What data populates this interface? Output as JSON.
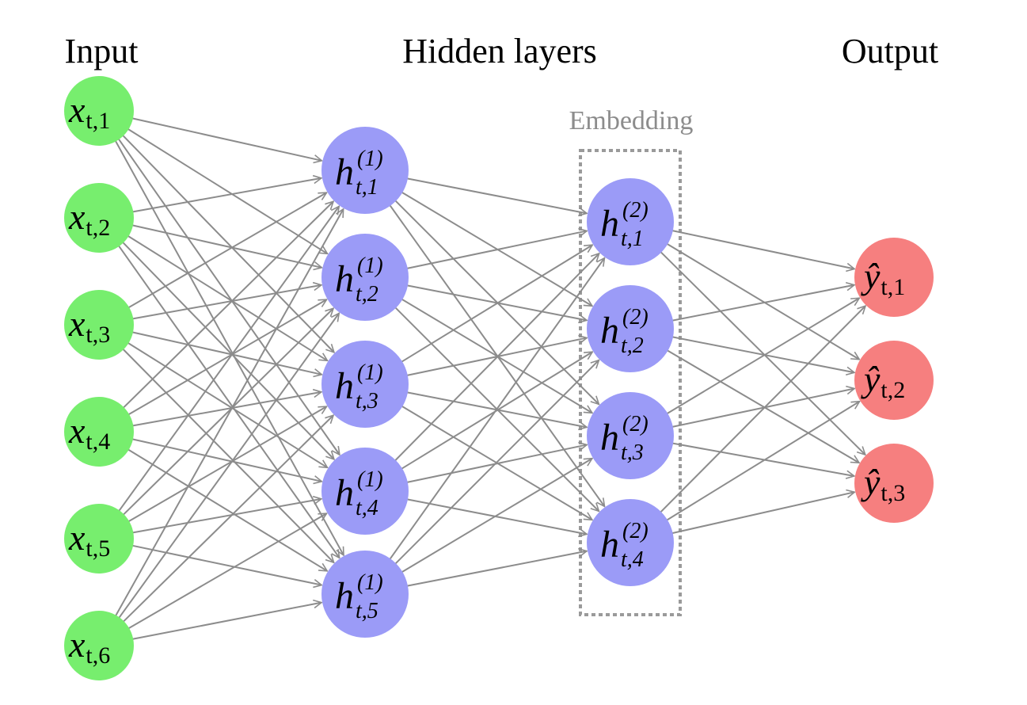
{
  "titles": {
    "input": "Input",
    "hidden": "Hidden layers",
    "output": "Output",
    "embedding": "Embedding"
  },
  "colors": {
    "input": "#77ee6e",
    "hidden": "#9b9bf7",
    "output": "#f67f7f",
    "edge": "#8c8c8c",
    "embedding_border": "#9a9a9a"
  },
  "layers": [
    {
      "id": "input",
      "nodes": [
        {
          "base": "x",
          "sub": "t,1"
        },
        {
          "base": "x",
          "sub": "t,2"
        },
        {
          "base": "x",
          "sub": "t,3"
        },
        {
          "base": "x",
          "sub": "t,4"
        },
        {
          "base": "x",
          "sub": "t,5"
        },
        {
          "base": "x",
          "sub": "t,6"
        }
      ]
    },
    {
      "id": "hidden1",
      "nodes": [
        {
          "base": "h",
          "sup": "(1)",
          "sub": "t,1"
        },
        {
          "base": "h",
          "sup": "(1)",
          "sub": "t,2"
        },
        {
          "base": "h",
          "sup": "(1)",
          "sub": "t,3"
        },
        {
          "base": "h",
          "sup": "(1)",
          "sub": "t,4"
        },
        {
          "base": "h",
          "sup": "(1)",
          "sub": "t,5"
        }
      ]
    },
    {
      "id": "hidden2",
      "nodes": [
        {
          "base": "h",
          "sup": "(2)",
          "sub": "t,1"
        },
        {
          "base": "h",
          "sup": "(2)",
          "sub": "t,2"
        },
        {
          "base": "h",
          "sup": "(2)",
          "sub": "t,3"
        },
        {
          "base": "h",
          "sup": "(2)",
          "sub": "t,4"
        }
      ]
    },
    {
      "id": "output",
      "nodes": [
        {
          "base": "ŷ",
          "sub": "t,1"
        },
        {
          "base": "ŷ",
          "sub": "t,2"
        },
        {
          "base": "ŷ",
          "sub": "t,3"
        }
      ]
    }
  ],
  "connections": "fully-connected"
}
